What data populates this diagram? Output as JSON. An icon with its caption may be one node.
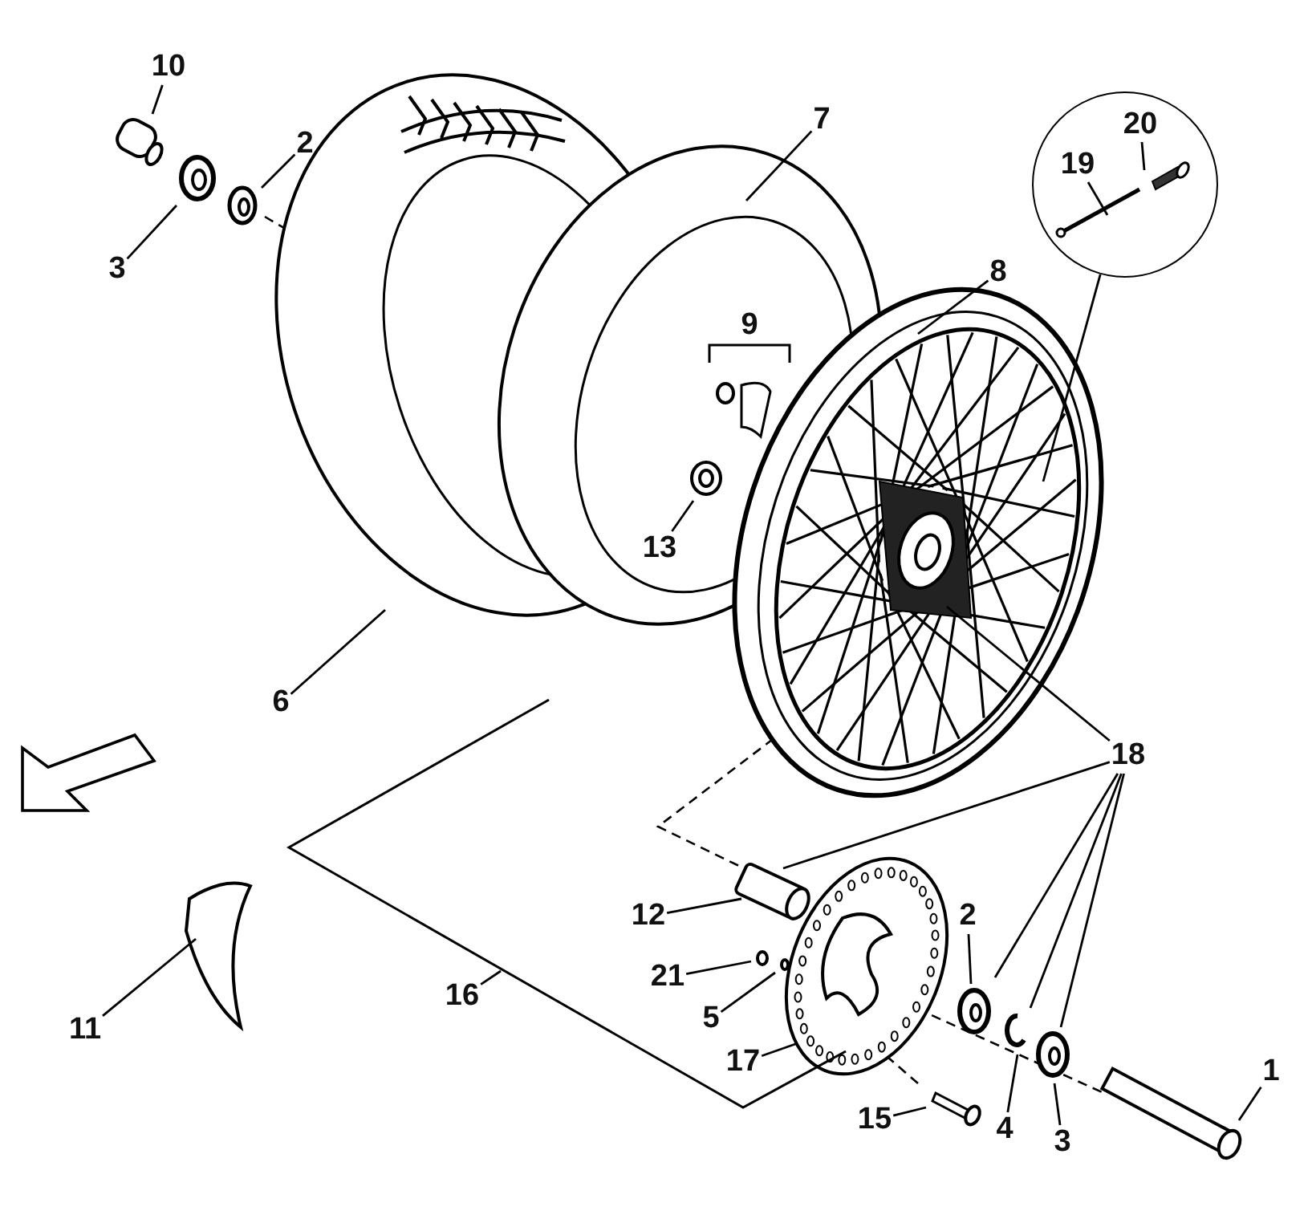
{
  "diagram": {
    "nodes": [
      {
        "text": [
          "10"
        ]
      },
      {
        "text": [
          "2"
        ]
      },
      {
        "text": [
          "7"
        ]
      },
      {
        "text": [],
        "shape": "circle"
      },
      {
        "text": [
          "20"
        ],
        "in": 3
      },
      {
        "text": [
          "19"
        ],
        "in": 3
      },
      {
        "text": [
          "3"
        ]
      },
      {
        "text": [
          "8"
        ]
      },
      {
        "text": [
          "9"
        ]
      },
      {
        "text": [
          "13"
        ]
      },
      {
        "text": [
          "6"
        ]
      },
      {
        "text": [
          "18"
        ]
      },
      {
        "text": [
          "12"
        ]
      },
      {
        "text": [
          "2"
        ]
      },
      {
        "text": [
          "21"
        ]
      },
      {
        "text": [
          "5"
        ]
      },
      {
        "text": [
          "16"
        ]
      },
      {
        "text": [
          "11"
        ]
      },
      {
        "text": [
          "17"
        ]
      },
      {
        "text": [
          "4"
        ]
      },
      {
        "text": [
          "3"
        ]
      },
      {
        "text": [
          "15"
        ]
      },
      {
        "text": [
          "1"
        ]
      }
    ],
    "edges": [
      {
        "from": 0,
        "to": null,
        "arrow": "none"
      },
      {
        "from": 1,
        "to": null,
        "arrow": "none"
      },
      {
        "from": 2,
        "to": null,
        "arrow": "none"
      },
      {
        "from": 3,
        "to": null,
        "arrow": "none"
      },
      {
        "from": 4,
        "to": null,
        "arrow": "none"
      },
      {
        "from": 5,
        "to": null,
        "arrow": "none"
      },
      {
        "from": 6,
        "to": null,
        "arrow": "none"
      },
      {
        "from": 7,
        "to": null,
        "arrow": "none"
      },
      {
        "from": 9,
        "to": null,
        "arrow": "none"
      },
      {
        "from": 10,
        "to": null,
        "arrow": "none"
      },
      {
        "from": 11,
        "to": null,
        "arrow": "none"
      },
      {
        "from": 11,
        "to": null,
        "arrow": "none"
      },
      {
        "from": 11,
        "to": null,
        "arrow": "none"
      },
      {
        "from": 11,
        "to": null,
        "arrow": "none"
      },
      {
        "from": 11,
        "to": null,
        "arrow": "none"
      },
      {
        "from": 12,
        "to": null,
        "arrow": "none"
      },
      {
        "from": 13,
        "to": null,
        "arrow": "none"
      },
      {
        "from": 14,
        "to": null,
        "arrow": "none"
      },
      {
        "from": 15,
        "to": null,
        "arrow": "none"
      },
      {
        "from": 16,
        "to": null,
        "arrow": "none"
      },
      {
        "from": 17,
        "to": null,
        "arrow": "none"
      },
      {
        "from": 18,
        "to": null,
        "arrow": "none"
      },
      {
        "from": 19,
        "to": null,
        "arrow": "none"
      },
      {
        "from": 20,
        "to": null,
        "arrow": "none"
      },
      {
        "from": 21,
        "to": null,
        "arrow": "none"
      },
      {
        "from": 22,
        "to": null,
        "arrow": "none"
      }
    ]
  }
}
